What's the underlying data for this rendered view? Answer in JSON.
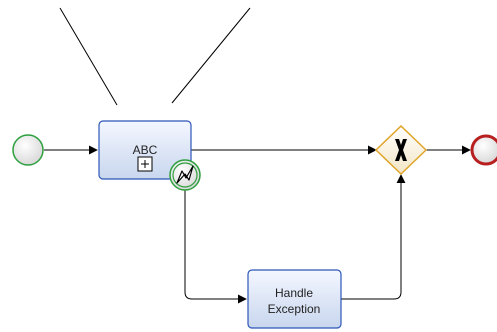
{
  "diagram": {
    "subprocess": {
      "label": "ABC",
      "expand_icon": "plus-square-icon"
    },
    "error_boundary_event": {
      "icon": "lightning-error-icon"
    },
    "task_handle_exception": {
      "label_line1": "Handle",
      "label_line2": "Exception"
    },
    "gateway": {
      "icon": "x-exclusive-gateway-icon"
    },
    "events": {
      "start": "start-event",
      "end": "end-event"
    },
    "colors": {
      "start_event": "#2e9f3e",
      "end_event": "#b82020",
      "boundary_event": "#2e9f3e",
      "gateway_border": "#e0a52a",
      "task_border": "#2c56b8",
      "task_fill_top": "#f4f7ff",
      "task_fill_bottom": "#c8d6ee",
      "connector": "#000000"
    }
  }
}
